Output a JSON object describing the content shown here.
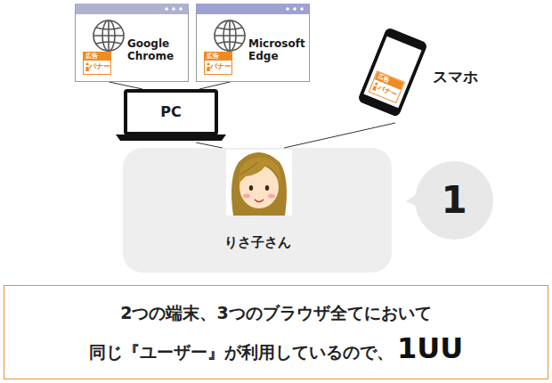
{
  "diagram": {
    "nodes": [
      {
        "text": [
          "Google Chrome"
        ]
      },
      {
        "text": [
          "広告",
          "バナー"
        ],
        "in": 0
      },
      {
        "text": [
          "Microsoft Edge"
        ]
      },
      {
        "text": [
          "広告",
          "バナー"
        ],
        "in": 2
      },
      {
        "text": [
          "PC"
        ]
      },
      {
        "text": [
          "スマホ"
        ]
      },
      {
        "text": [
          "広告",
          "バナー"
        ],
        "in": 5
      },
      {
        "text": [
          "りさ子さん"
        ]
      },
      {
        "text": [
          "1"
        ]
      },
      {
        "text": [
          "2つの端末、3つのブラウザ全てにおいて",
          "同じ『ユーザー』が利用しているので、",
          "1UU"
        ]
      }
    ],
    "edges": [
      {
        "from": 0,
        "to": 4,
        "arrow": "none"
      },
      {
        "from": 2,
        "to": 4,
        "arrow": "none"
      },
      {
        "from": 4,
        "to": 7,
        "arrow": "none"
      },
      {
        "from": 5,
        "to": 7,
        "arrow": "none"
      }
    ]
  }
}
